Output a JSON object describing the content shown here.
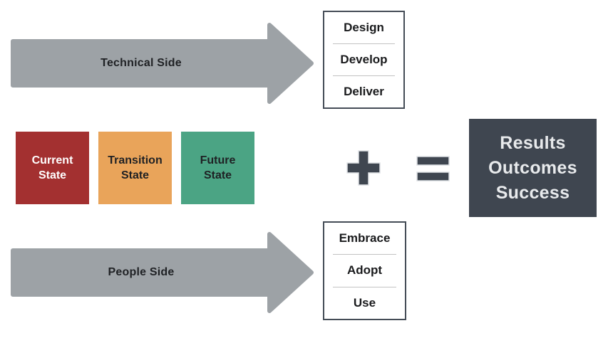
{
  "arrows": {
    "technical": {
      "label": "Technical Side"
    },
    "people": {
      "label": "People Side"
    }
  },
  "technical_steps": {
    "items": [
      "Design",
      "Develop",
      "Deliver"
    ]
  },
  "people_steps": {
    "items": [
      "Embrace",
      "Adopt",
      "Use"
    ]
  },
  "states": [
    {
      "line1": "Current",
      "line2": "State",
      "bg": "#A33030",
      "text_color": "#FFFFFF"
    },
    {
      "line1": "Transition",
      "line2": "State",
      "bg": "#E9A45A",
      "text_color": "#1F2124"
    },
    {
      "line1": "Future",
      "line2": "State",
      "bg": "#4BA484",
      "text_color": "#1F2124"
    }
  ],
  "operators": {
    "plus": "+",
    "equals": "="
  },
  "result": {
    "lines": [
      "Results",
      "Outcomes",
      "Success"
    ],
    "bg": "#3F4650",
    "text_color": "#E8EAEC"
  },
  "colors": {
    "arrow_gray": "#9DA2A6",
    "step_box_border": "#444C56",
    "step_divider": "#C2C2C2",
    "operator_dark": "#3F4650",
    "background": "#FFFFFF"
  }
}
